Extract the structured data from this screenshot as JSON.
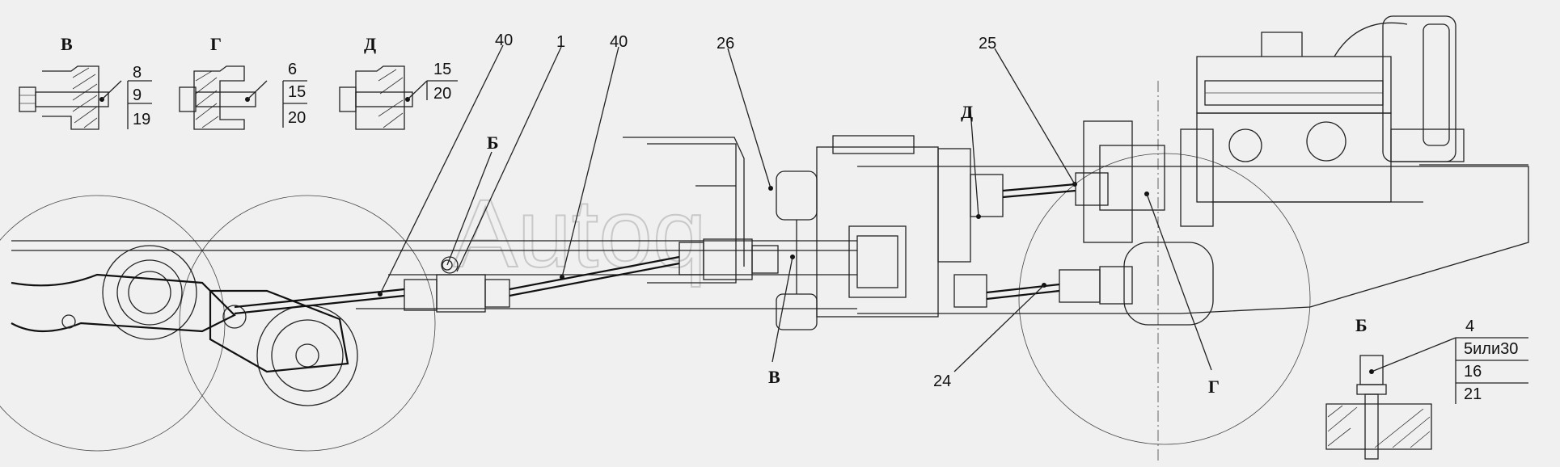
{
  "watermark": "Autoq",
  "details": {
    "V": {
      "title": "В",
      "callouts": [
        "8",
        "9",
        "19"
      ]
    },
    "G": {
      "title": "Г",
      "callouts": [
        "6",
        "15",
        "20"
      ]
    },
    "D": {
      "title": "Д",
      "callouts": [
        "15",
        "20"
      ]
    },
    "B": {
      "title": "Б",
      "callouts": [
        "4",
        "5или30",
        "16",
        "21"
      ]
    }
  },
  "main_view": {
    "callout_40a": "40",
    "callout_1": "1",
    "callout_40b": "40",
    "callout_26": "26",
    "callout_25": "25",
    "callout_24": "24",
    "marker_B": "Б",
    "marker_V": "В",
    "marker_D": "Д",
    "marker_G": "Г"
  }
}
